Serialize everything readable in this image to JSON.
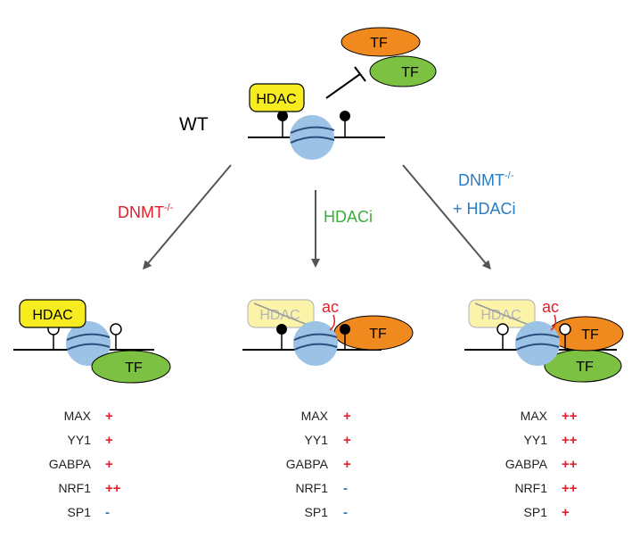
{
  "wt": {
    "label": "WT",
    "hdac": "HDAC",
    "tf_orange": "TF",
    "tf_green": "TF"
  },
  "conditions": {
    "dnmt": {
      "prefix": "DNMT",
      "sup": "-/-",
      "color": "#e0202a"
    },
    "hdaci": {
      "label": "HDACi",
      "color": "#3aae3a"
    },
    "combo": {
      "prefix": "DNMT",
      "sup": "-/-",
      "line2": "+ HDACi",
      "color": "#2a7cc0"
    }
  },
  "panels": {
    "left": {
      "hdac": "HDAC",
      "tf": "TF"
    },
    "middle": {
      "hdac": "HDAC",
      "ac": "ac",
      "tf": "TF"
    },
    "right": {
      "hdac": "HDAC",
      "ac": "ac",
      "tf_orange": "TF",
      "tf_green": "TF"
    }
  },
  "tables": [
    {
      "rows": [
        {
          "name": "MAX",
          "value": "+"
        },
        {
          "name": "YY1",
          "value": "+"
        },
        {
          "name": "GABPA",
          "value": "+"
        },
        {
          "name": "NRF1",
          "value": "++"
        },
        {
          "name": "SP1",
          "value": "-"
        }
      ]
    },
    {
      "rows": [
        {
          "name": "MAX",
          "value": "+"
        },
        {
          "name": "YY1",
          "value": "+"
        },
        {
          "name": "GABPA",
          "value": "+"
        },
        {
          "name": "NRF1",
          "value": "-"
        },
        {
          "name": "SP1",
          "value": "-"
        }
      ]
    },
    {
      "rows": [
        {
          "name": "MAX",
          "value": "++"
        },
        {
          "name": "YY1",
          "value": "++"
        },
        {
          "name": "GABPA",
          "value": "++"
        },
        {
          "name": "NRF1",
          "value": "++"
        },
        {
          "name": "SP1",
          "value": "+"
        }
      ]
    }
  ],
  "colors": {
    "plus": "#e0202a",
    "minus": "#2a7cc0",
    "nucleosome": "#9cc3e6",
    "hdac": "#f7ec1f",
    "hdac_faded": "#faf3a8",
    "tf_orange": "#f08a1f",
    "tf_green": "#7cc142",
    "ac": "#e0202a",
    "arrow": "#555555"
  }
}
